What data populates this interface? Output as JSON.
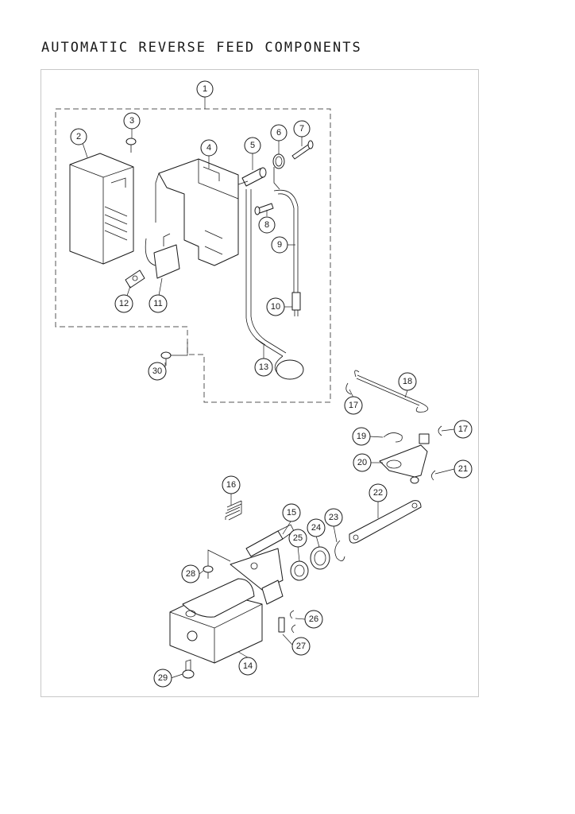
{
  "title": "AUTOMATIC REVERSE FEED COMPONENTS",
  "callouts": {
    "c1": "1",
    "c2": "2",
    "c3": "3",
    "c4": "4",
    "c5": "5",
    "c6": "6",
    "c7": "7",
    "c8": "8",
    "c9": "9",
    "c10": "10",
    "c11": "11",
    "c12": "12",
    "c13": "13",
    "c14": "14",
    "c15": "15",
    "c16": "16",
    "c17a": "17",
    "c17b": "17",
    "c18": "18",
    "c19": "19",
    "c20": "20",
    "c21": "21",
    "c22": "22",
    "c23": "23",
    "c24": "24",
    "c25": "25",
    "c26": "26",
    "c27": "27",
    "c28": "28",
    "c29": "29",
    "c30": "30"
  }
}
